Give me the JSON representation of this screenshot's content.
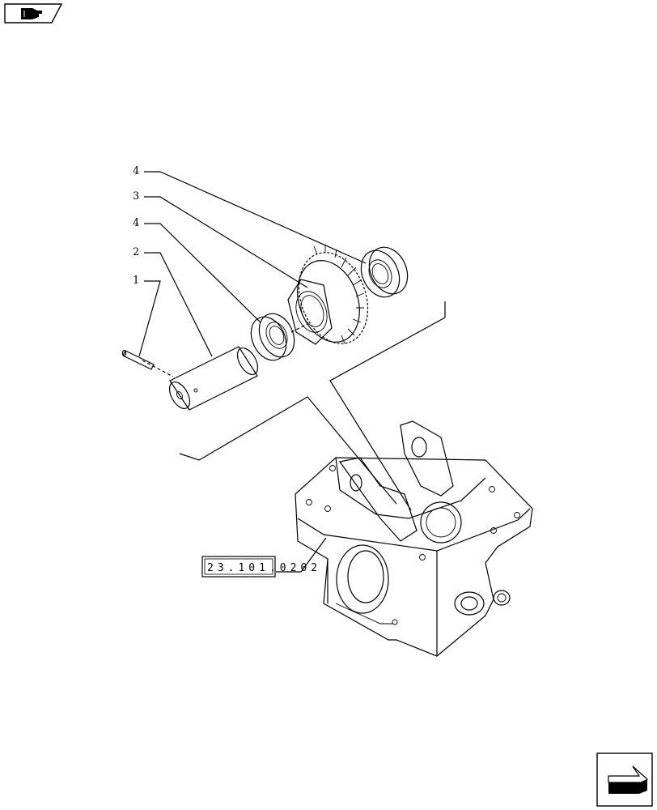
{
  "nav": {
    "prev_icon": "hand-pointing-left-icon",
    "next_icon": "page-turn-arrow-icon"
  },
  "callouts": [
    {
      "number": "4",
      "part": "bearing"
    },
    {
      "number": "3",
      "part": "gear"
    },
    {
      "number": "4",
      "part": "bearing"
    },
    {
      "number": "2",
      "part": "shaft"
    },
    {
      "number": "1",
      "part": "pin"
    }
  ],
  "reference": {
    "code": "23.101.0202"
  }
}
